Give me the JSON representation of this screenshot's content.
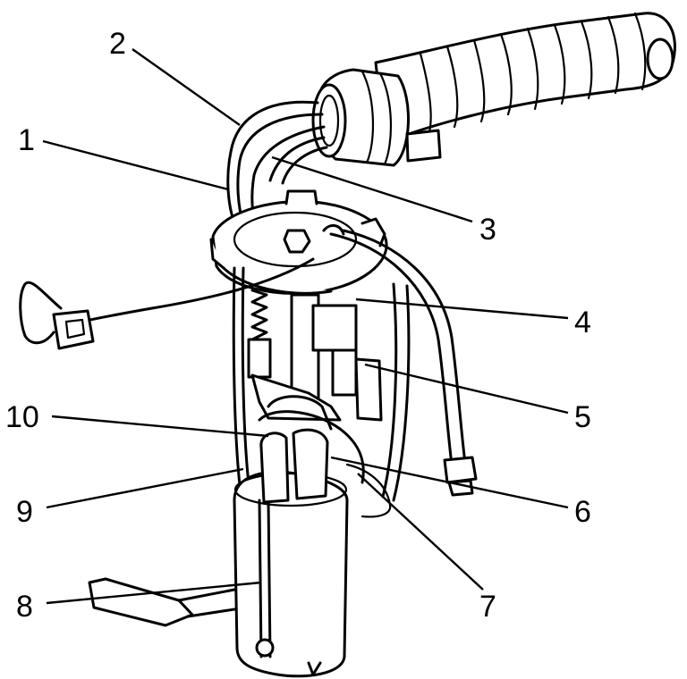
{
  "diagram": {
    "callouts": [
      {
        "id": "1",
        "label": "1"
      },
      {
        "id": "2",
        "label": "2"
      },
      {
        "id": "3",
        "label": "3"
      },
      {
        "id": "4",
        "label": "4"
      },
      {
        "id": "5",
        "label": "5"
      },
      {
        "id": "6",
        "label": "6"
      },
      {
        "id": "7",
        "label": "7"
      },
      {
        "id": "8",
        "label": "8"
      },
      {
        "id": "9",
        "label": "9"
      },
      {
        "id": "10",
        "label": "10"
      }
    ],
    "colors": {
      "line": "#000000",
      "background": "#ffffff"
    }
  }
}
